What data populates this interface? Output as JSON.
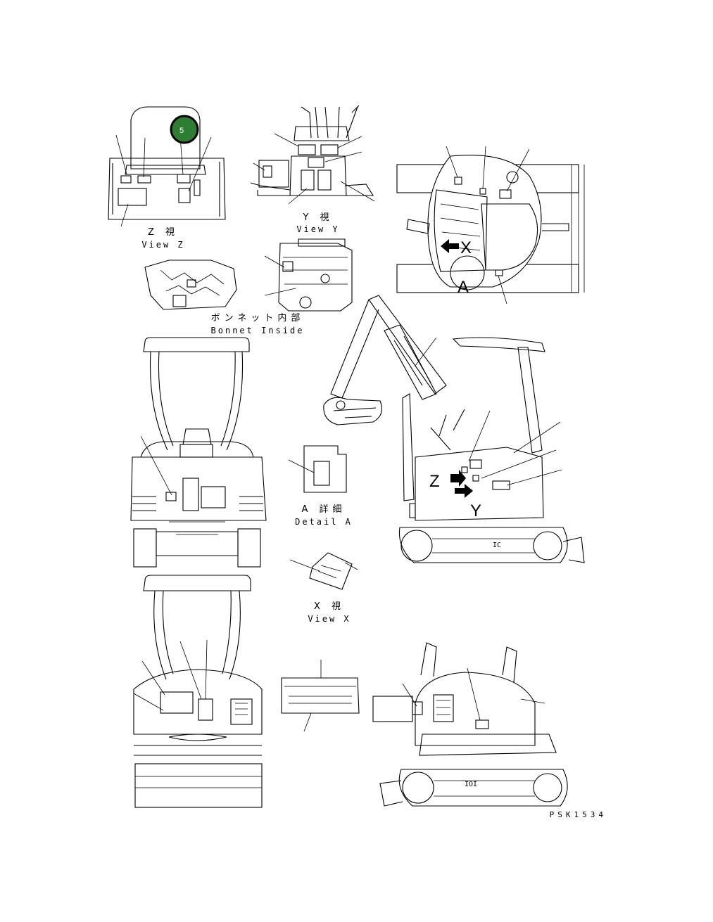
{
  "views": {
    "view_z": {
      "jp": "Z 視",
      "en": "View Z"
    },
    "view_y": {
      "jp": "Y 視",
      "en": "View Y"
    },
    "bonnet": {
      "jp": "ボンネット内部",
      "en": "Bonnet Inside"
    },
    "detail_a": {
      "jp": "A 詳細",
      "en": "Detail A"
    },
    "view_x": {
      "jp": "X 視",
      "en": "View X"
    }
  },
  "arrows": {
    "x": "X",
    "a": "A",
    "z": "Z",
    "y": "Y"
  },
  "callout": {
    "number": "5",
    "color": "#2e7d32"
  },
  "track_mark": {
    "side": "IC",
    "rear": "IOI"
  },
  "drawing_code": "PSK1534"
}
